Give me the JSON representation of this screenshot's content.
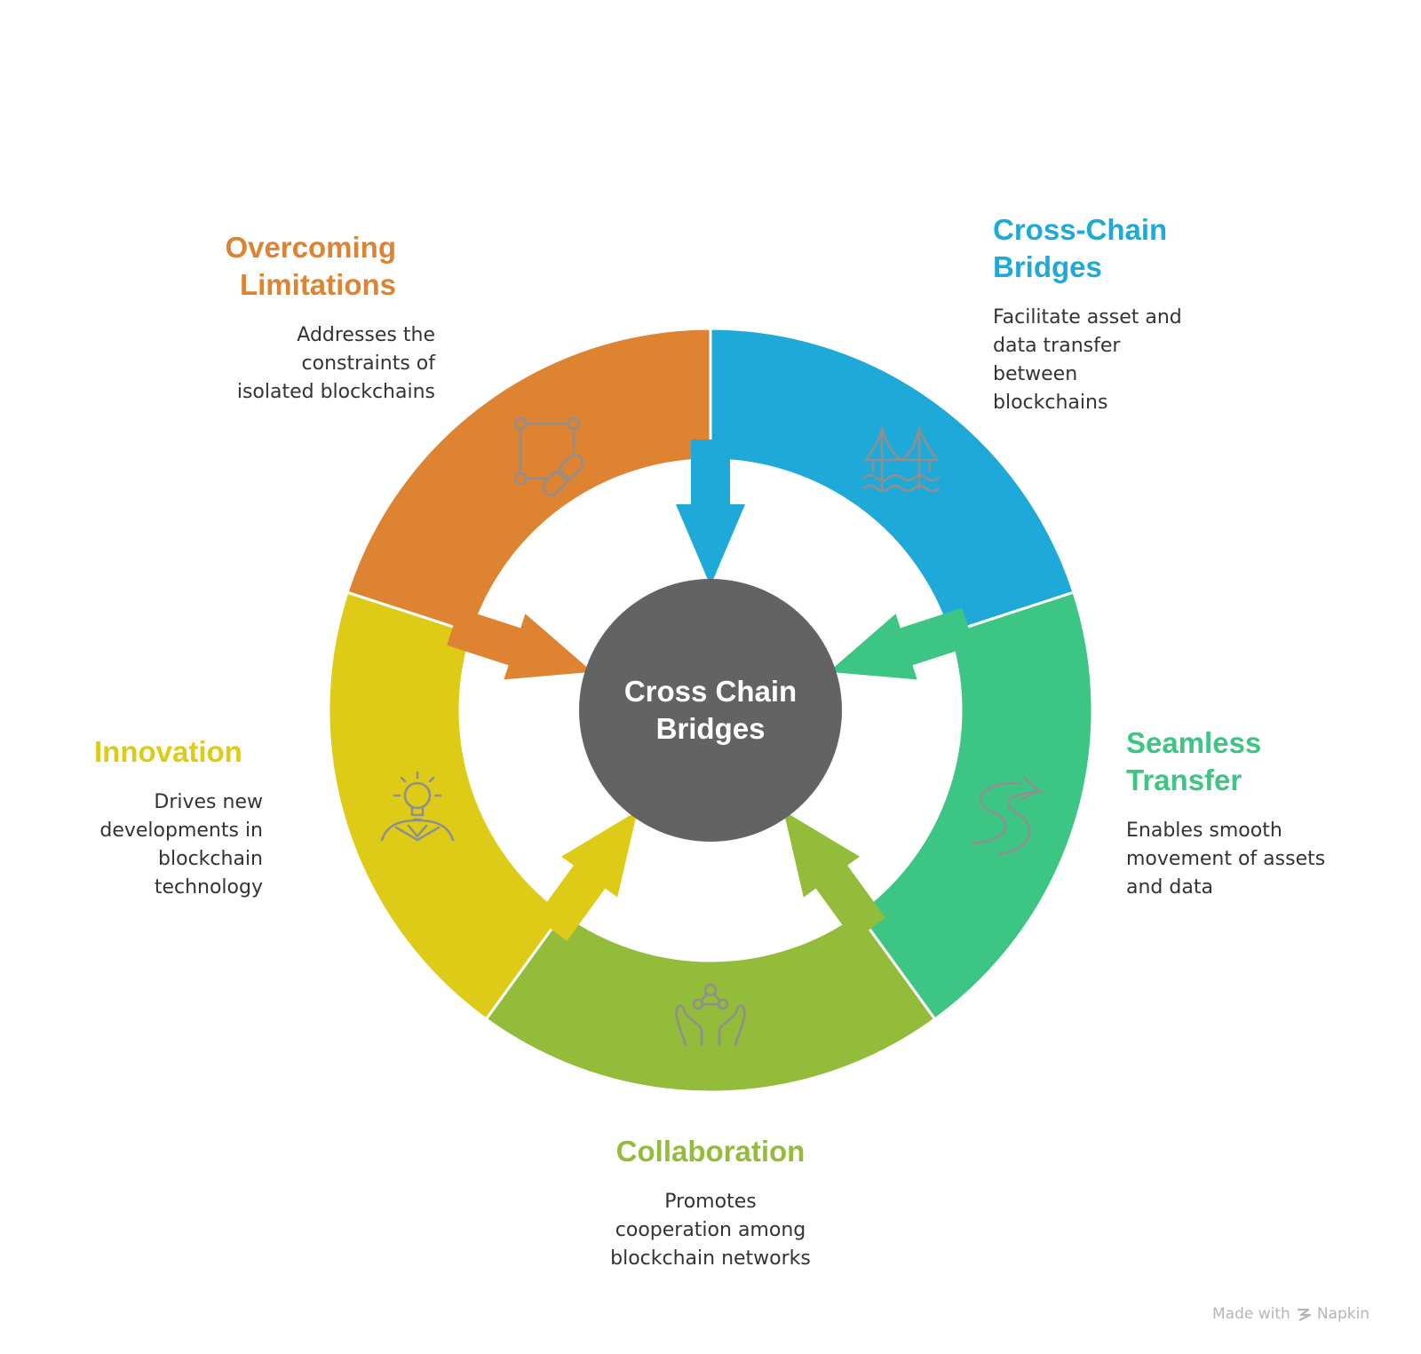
{
  "center": {
    "lines": [
      "Cross Chain",
      "Bridges"
    ],
    "color": "#636363"
  },
  "sections": [
    {
      "id": "cross-chain",
      "title_lines": [
        "Cross-Chain",
        "Bridges"
      ],
      "desc_lines": [
        "Facilitate asset and",
        "data transfer",
        "between",
        "blockchains"
      ],
      "color": "#1EA9D9",
      "icon": "bridge-icon"
    },
    {
      "id": "seamless",
      "title_lines": [
        "Seamless",
        "Transfer"
      ],
      "desc_lines": [
        "Enables smooth",
        "movement of assets",
        "and data"
      ],
      "color": "#3DC583",
      "icon": "winding-road-icon"
    },
    {
      "id": "collaboration",
      "title_lines": [
        "Collaboration"
      ],
      "desc_lines": [
        "Promotes",
        "cooperation among",
        "blockchain networks"
      ],
      "color": "#93BC3B",
      "icon": "hands-network-icon"
    },
    {
      "id": "innovation",
      "title_lines": [
        "Innovation"
      ],
      "desc_lines": [
        "Drives new",
        "developments in",
        "blockchain",
        "technology"
      ],
      "color": "#DECB17",
      "icon": "lightbulb-person-icon"
    },
    {
      "id": "overcoming",
      "title_lines": [
        "Overcoming",
        "Limitations"
      ],
      "desc_lines": [
        "Addresses the",
        "constraints of",
        "isolated blockchains"
      ],
      "color": "#DD8332",
      "icon": "broken-chain-icon"
    }
  ],
  "watermark": {
    "prefix": "Made with",
    "brand": "Napkin"
  }
}
